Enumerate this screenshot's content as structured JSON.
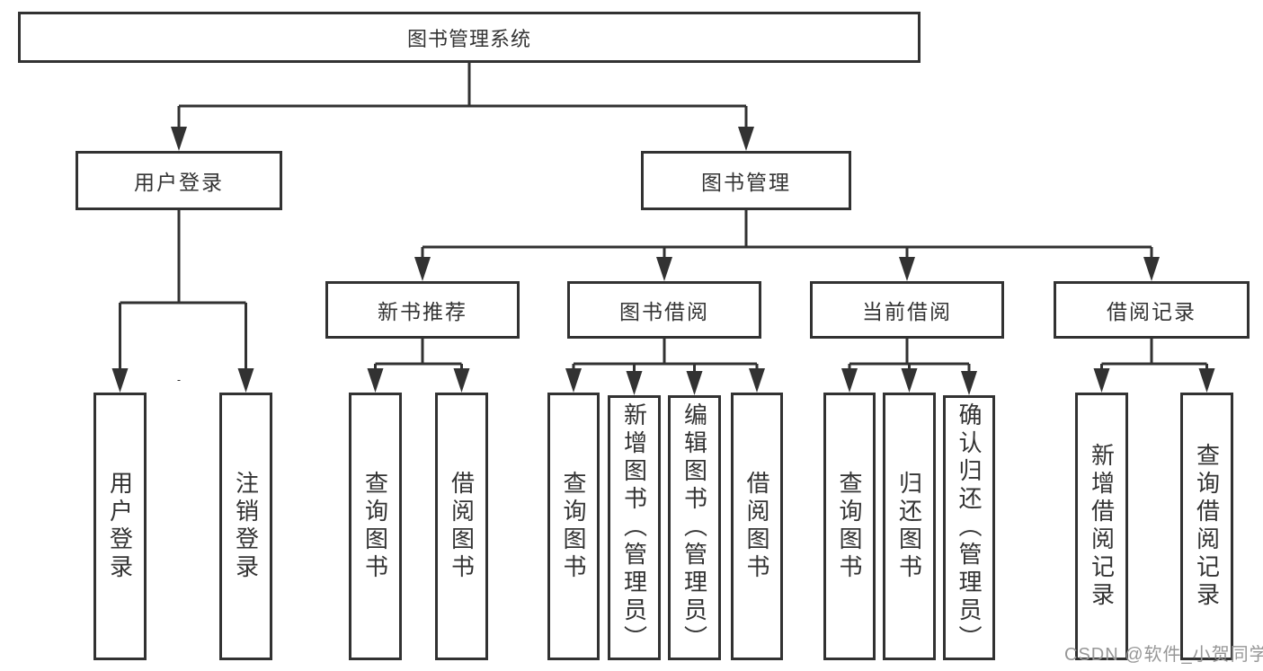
{
  "diagram": {
    "type": "tree",
    "colors": {
      "background": "#ffffff",
      "line": "#323232",
      "box_border": "#323232",
      "text": "#333333",
      "watermark": "#979797"
    },
    "tree": {
      "root": {
        "label": "图书管理系统"
      },
      "level2": [
        {
          "label": "用户登录",
          "children": [
            {
              "label": "用户登录"
            },
            {
              "label": "注销登录"
            }
          ]
        },
        {
          "label": "图书管理",
          "children": [
            {
              "label": "新书推荐",
              "children": [
                {
                  "label": "查询图书"
                },
                {
                  "label": "借阅图书"
                }
              ]
            },
            {
              "label": "图书借阅",
              "children": [
                {
                  "label": "查询图书"
                },
                {
                  "label": "新增图书（管理员）"
                },
                {
                  "label": "编辑图书（管理员）"
                },
                {
                  "label": "借阅图书"
                }
              ]
            },
            {
              "label": "当前借阅",
              "children": [
                {
                  "label": "查询图书"
                },
                {
                  "label": "归还图书"
                },
                {
                  "label": "确认归还（管理员）"
                }
              ]
            },
            {
              "label": "借阅记录",
              "children": [
                {
                  "label": "新增借阅记录"
                },
                {
                  "label": "查询借阅记录"
                }
              ]
            }
          ]
        }
      ]
    },
    "watermark": {
      "text": "CSDN @软件_小贺同学"
    }
  }
}
